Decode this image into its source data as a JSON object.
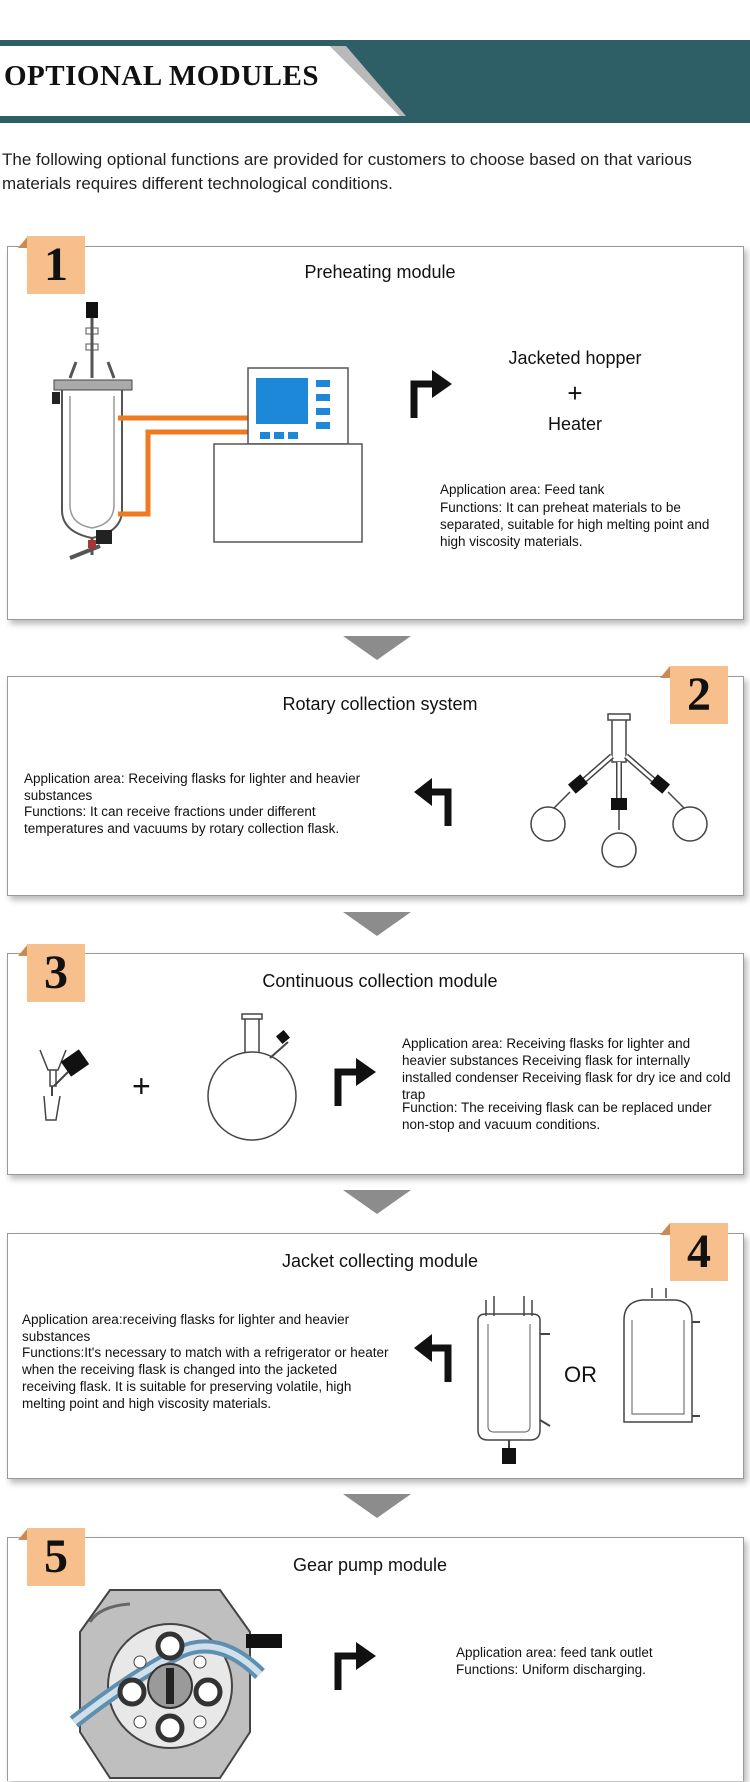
{
  "header": {
    "title": "OPTIONAL MODULES"
  },
  "intro": "The following optional functions are provided for customers to choose based on that various materials requires different technological conditions.",
  "modules": [
    {
      "number": "1",
      "title": "Preheating module",
      "combo": {
        "top": "Jacketed hopper",
        "plus": "+",
        "bottom": "Heater"
      },
      "application": "Application area: Feed tank",
      "functions": "Functions: It can preheat materials to be separated, suitable for high melting point and high viscosity materials.",
      "icons": [
        "jacketed-reactor-icon",
        "heater-unit-icon",
        "arrow-turn-right-icon"
      ]
    },
    {
      "number": "2",
      "title": "Rotary collection system",
      "application": "Application area: Receiving flasks for lighter and heavier substances",
      "functions": "Functions: It can receive fractions under different temperatures and vacuums by rotary collection flask.",
      "icons": [
        "arrow-turn-left-icon",
        "rotary-collector-icon"
      ]
    },
    {
      "number": "3",
      "title": "Continuous collection module",
      "plus": "+",
      "application": "Application area: Receiving flasks for lighter and heavier substances Receiving flask for internally installed condenser Receiving flask for dry ice and cold trap",
      "functions": "Function: The receiving flask can be replaced under non-stop and vacuum conditions.",
      "icons": [
        "adapter-valve-icon",
        "round-flask-icon",
        "arrow-turn-right-icon"
      ]
    },
    {
      "number": "4",
      "title": "Jacket collecting module",
      "or_label": "OR",
      "application": "Application area:receiving flasks for lighter and heavier substances",
      "functions": "Functions:It's necessary to match with a refrigerator or heater when the receiving flask is changed into the jacketed receiving flask. It is suitable for preserving volatile, high melting point and high viscosity materials.",
      "icons": [
        "arrow-turn-left-icon",
        "jacketed-flask-icon",
        "jacketed-vessel-icon"
      ]
    },
    {
      "number": "5",
      "title": "Gear pump module",
      "application": "Application area: feed tank outlet",
      "functions": "Functions: Uniform discharging.",
      "icons": [
        "gear-pump-icon",
        "arrow-turn-right-icon"
      ]
    }
  ],
  "colors": {
    "header_band": "#2e5f67",
    "badge": "#f6bf8c",
    "hose": "#f07a20",
    "screen": "#1e88d8"
  }
}
